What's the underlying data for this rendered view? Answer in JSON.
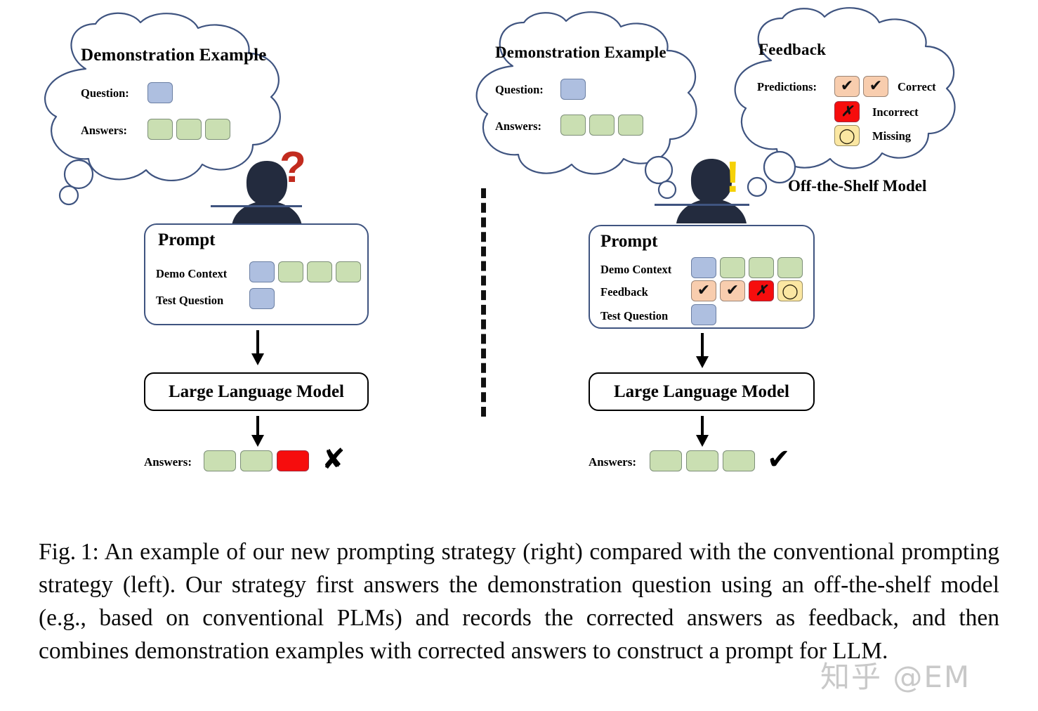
{
  "figure": {
    "id": "Fig. 1",
    "caption": "Fig. 1: An example of our new prompting strategy (right) compared with the conventional prompting strategy (left). Our strategy first answers the demonstration question using an off-the-shelf model (e.g., based on conventional PLMs) and records the corrected answers as feedback, and then combines demonstration examples with corrected answers to construct a prompt for LLM.",
    "watermark": "知乎 @EM"
  },
  "colors": {
    "chip_blue": "#aebfe0",
    "chip_green": "#cadfb2",
    "chip_red": "#f60d0d",
    "chip_peach": "#f8cdae",
    "chip_yellow": "#fbe7a2",
    "cloud_stroke": "#3f5480",
    "prompt_border": "#3f5480",
    "silhouette": "#232b3e",
    "question_mark": "#c22b1e",
    "exclaim_mark": "#f5d108"
  },
  "left_panel": {
    "name": "conventional-prompting-strategy",
    "cloud": {
      "title": "Demonstration Example",
      "question_label": "Question:",
      "question_chips": [
        "blue"
      ],
      "answers_label": "Answers:",
      "answers_chips": [
        "green",
        "green",
        "green"
      ]
    },
    "thinker_mark": "?",
    "prompt": {
      "title": "Prompt",
      "rows": [
        {
          "label": "Demo Context",
          "chips": [
            "blue",
            "green",
            "green",
            "green"
          ]
        },
        {
          "label": "Test Question",
          "chips": [
            "blue"
          ]
        }
      ]
    },
    "model_box": "Large Language Model",
    "output": {
      "label": "Answers:",
      "chips": [
        "green",
        "green",
        "red"
      ],
      "verdict": "✘"
    }
  },
  "right_panel": {
    "name": "new-prompting-strategy",
    "cloud": {
      "title": "Demonstration Example",
      "question_label": "Question:",
      "question_chips": [
        "blue"
      ],
      "answers_label": "Answers:",
      "answers_chips": [
        "green",
        "green",
        "green"
      ]
    },
    "feedback_cloud": {
      "title": "Feedback",
      "predictions_label": "Predictions:",
      "prediction_chips": [
        "check",
        "check"
      ],
      "legend": [
        {
          "icon": "check",
          "style": "peach",
          "text": "Correct"
        },
        {
          "icon": "cross",
          "style": "red",
          "text": "Incorrect"
        },
        {
          "icon": "circle",
          "style": "yellow",
          "text": "Missing"
        }
      ]
    },
    "off_shelf_label": "Off-the-Shelf Model",
    "thinker_mark": "!",
    "prompt": {
      "title": "Prompt",
      "rows": [
        {
          "label": "Demo Context",
          "chips": [
            "blue",
            "green",
            "green",
            "green"
          ]
        },
        {
          "label": "Feedback",
          "chips": [
            "check",
            "check",
            "cross",
            "circle"
          ]
        },
        {
          "label": "Test Question",
          "chips": [
            "blue"
          ]
        }
      ]
    },
    "model_box": "Large Language Model",
    "output": {
      "label": "Answers:",
      "chips": [
        "green",
        "green",
        "green"
      ],
      "verdict": "✔"
    }
  }
}
